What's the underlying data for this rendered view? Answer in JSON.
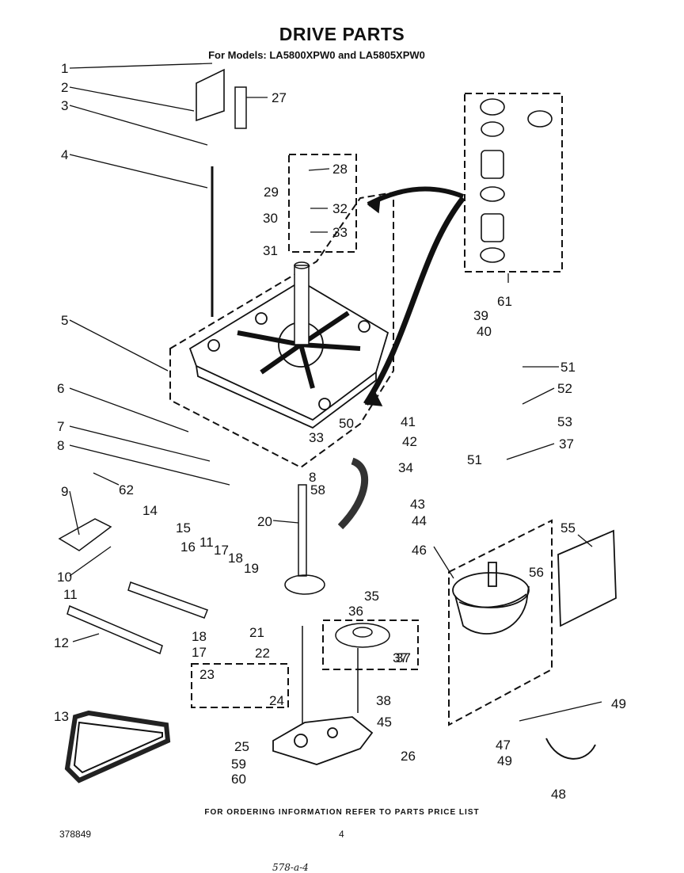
{
  "header": {
    "title": "DRIVE PARTS",
    "subtitle": "For Models: LA5800XPW0 and LA5805XPW0"
  },
  "footer": {
    "ordering_note": "FOR ORDERING INFORMATION REFER TO PARTS PRICE LIST",
    "document_number": "378849",
    "page_number": "4",
    "handwritten_note": "578-a-4"
  },
  "callouts": [
    "1",
    "2",
    "3",
    "4",
    "5",
    "6",
    "7",
    "8",
    "9",
    "10",
    "11",
    "12",
    "13",
    "14",
    "15",
    "16",
    "11",
    "17",
    "18",
    "19",
    "20",
    "21",
    "22",
    "23",
    "24",
    "25",
    "26",
    "27",
    "28",
    "29",
    "30",
    "31",
    "32",
    "33",
    "34",
    "35",
    "36",
    "37",
    "38",
    "39",
    "40",
    "41",
    "42",
    "43",
    "44",
    "45",
    "46",
    "47",
    "48",
    "49",
    "50",
    "33",
    "51",
    "51",
    "52",
    "53",
    "37",
    "55",
    "56",
    "49",
    "8",
    "58",
    "59",
    "60",
    "61",
    "62",
    "17",
    "18",
    "37"
  ],
  "colors": {
    "ink": "#111111",
    "paper": "#ffffff"
  }
}
